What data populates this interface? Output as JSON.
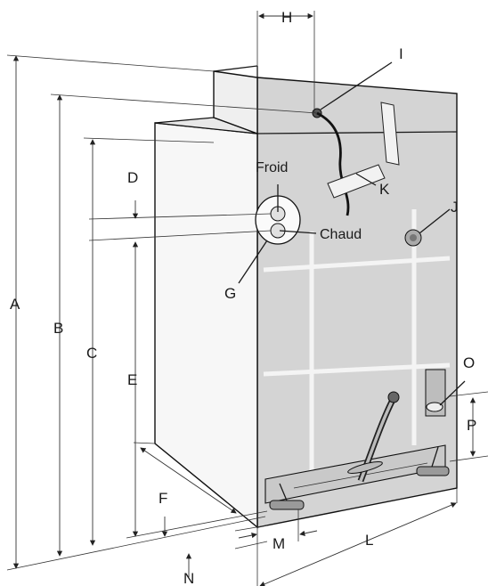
{
  "labels": {
    "A": "A",
    "B": "B",
    "C": "C",
    "D": "D",
    "E": "E",
    "F": "F",
    "G": "G",
    "H": "H",
    "I": "I",
    "J": "J",
    "K": "K",
    "L": "L",
    "M": "M",
    "N": "N",
    "O": "O",
    "P": "P"
  },
  "words": {
    "froid": "Froid",
    "chaud": "Chaud"
  }
}
